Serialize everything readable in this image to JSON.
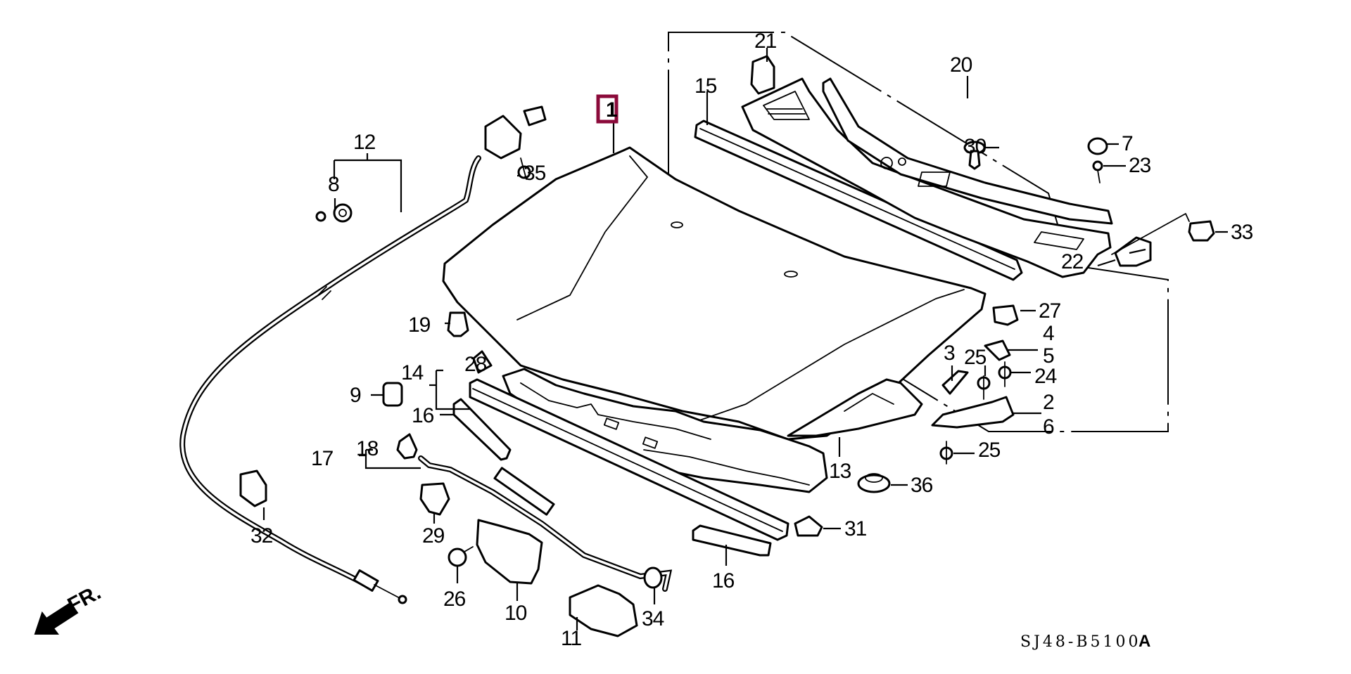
{
  "diagram": {
    "title": "Hood / Hood Latch / Cowl Top Exploded Parts Diagram",
    "highlighted_part": "1",
    "highlight_color": "#8b0a3a",
    "diagram_code": "SJ48-B5100",
    "diagram_code_suffix": "A",
    "direction_indicator": "FR."
  },
  "callouts": [
    {
      "id": "c1",
      "label": "1",
      "part": "hood",
      "highlighted": true
    },
    {
      "id": "c2",
      "label": "2",
      "part": "hood-hinge"
    },
    {
      "id": "c3",
      "label": "3",
      "part": "hinge-strap"
    },
    {
      "id": "c4",
      "label": "4",
      "part": "hinge-cover"
    },
    {
      "id": "c5",
      "label": "5",
      "part": "hinge-cover-alt"
    },
    {
      "id": "c6",
      "label": "6",
      "part": "hood-hinge-alt"
    },
    {
      "id": "c7",
      "label": "7",
      "part": "cap"
    },
    {
      "id": "c8",
      "label": "8",
      "part": "cable-grommet"
    },
    {
      "id": "c9",
      "label": "9",
      "part": "rubber-stopper"
    },
    {
      "id": "c10",
      "label": "10",
      "part": "hood-latch"
    },
    {
      "id": "c11",
      "label": "11",
      "part": "latch-bracket"
    },
    {
      "id": "c12",
      "label": "12",
      "part": "release-cable-assembly"
    },
    {
      "id": "c13",
      "label": "13",
      "part": "hood-insulator"
    },
    {
      "id": "c14",
      "label": "14",
      "part": "hood-seal-assembly"
    },
    {
      "id": "c15",
      "label": "15",
      "part": "cowl-seal"
    },
    {
      "id": "c16a",
      "label": "16",
      "part": "hood-seal-end"
    },
    {
      "id": "c16b",
      "label": "16",
      "part": "hood-seal-end"
    },
    {
      "id": "c17",
      "label": "17",
      "part": "support-rod-assembly"
    },
    {
      "id": "c18",
      "label": "18",
      "part": "rod-holder"
    },
    {
      "id": "c19",
      "label": "19",
      "part": "hood-stopper"
    },
    {
      "id": "c20",
      "label": "20",
      "part": "cowl-top-assembly"
    },
    {
      "id": "c21",
      "label": "21",
      "part": "cowl-cover-left"
    },
    {
      "id": "c22",
      "label": "22",
      "part": "cowl-cover-right"
    },
    {
      "id": "c23",
      "label": "23",
      "part": "screw"
    },
    {
      "id": "c24",
      "label": "24",
      "part": "stud-bolt"
    },
    {
      "id": "c25a",
      "label": "25",
      "part": "flange-bolt"
    },
    {
      "id": "c25b",
      "label": "25",
      "part": "flange-bolt"
    },
    {
      "id": "c26",
      "label": "26",
      "part": "latch-bolt"
    },
    {
      "id": "c27",
      "label": "27",
      "part": "cap-nut"
    },
    {
      "id": "c28",
      "label": "28",
      "part": "seal-clip"
    },
    {
      "id": "c29",
      "label": "29",
      "part": "rod-clip"
    },
    {
      "id": "c30",
      "label": "30",
      "part": "clip"
    },
    {
      "id": "c31",
      "label": "31",
      "part": "insulator-clip"
    },
    {
      "id": "c32",
      "label": "32",
      "part": "cable-clamp"
    },
    {
      "id": "c33",
      "label": "33",
      "part": "clip-nut"
    },
    {
      "id": "c34",
      "label": "34",
      "part": "rod-grommet"
    },
    {
      "id": "c35",
      "label": "35",
      "part": "release-lever-bolt"
    },
    {
      "id": "c36",
      "label": "36",
      "part": "cushion"
    }
  ]
}
